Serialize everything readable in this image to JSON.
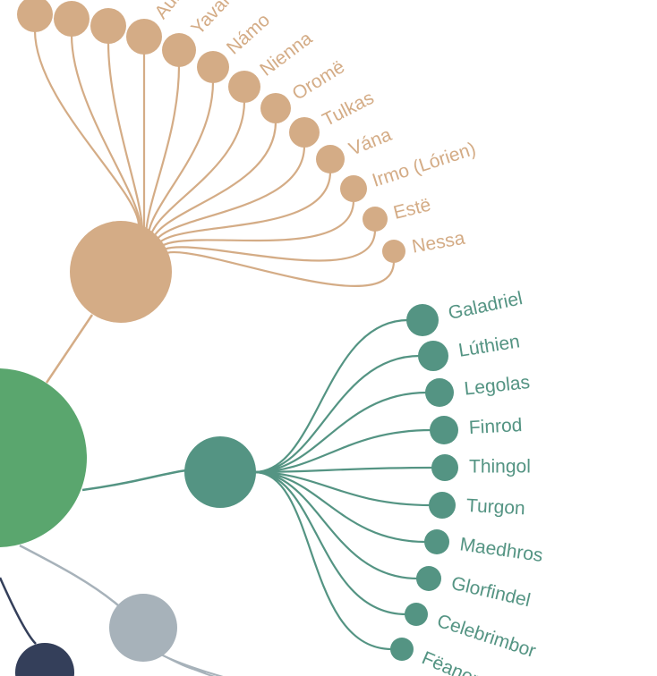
{
  "colors": {
    "root": "#5aa66e",
    "valar": "#d4ac86",
    "elves": "#549483",
    "grey": "#a7b2ba",
    "dark": "#343f5a",
    "background": "#ffffff"
  },
  "groups": [
    {
      "id": "valar",
      "color_key": "valar",
      "members": [
        "Aulë",
        "Yavanna",
        "Námo",
        "Nienna",
        "Oromë",
        "Tulkas",
        "Vána",
        "Irmo (Lórien)",
        "Estë",
        "Nessa"
      ],
      "hidden_members": 2
    },
    {
      "id": "elves",
      "color_key": "elves",
      "members": [
        "Galadriel",
        "Lúthien",
        "Legolas",
        "Finrod",
        "Thingol",
        "Turgon",
        "Maedhros",
        "Glorfindel",
        "Celebrimbor",
        "Fëanor"
      ]
    },
    {
      "id": "grey",
      "color_key": "grey",
      "members": []
    },
    {
      "id": "dark",
      "color_key": "dark",
      "members": []
    }
  ]
}
